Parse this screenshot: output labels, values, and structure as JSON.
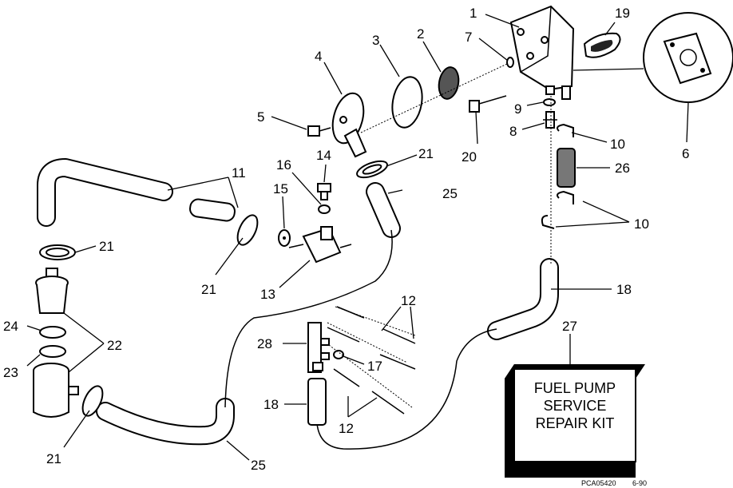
{
  "callouts": {
    "c1": "1",
    "c2": "2",
    "c3": "3",
    "c4": "4",
    "c5": "5",
    "c6": "6",
    "c7": "7",
    "c8": "8",
    "c9": "9",
    "c10a": "10",
    "c10b": "10",
    "c11": "11",
    "c12a": "12",
    "c12b": "12",
    "c13": "13",
    "c14": "14",
    "c15": "15",
    "c16": "16",
    "c17": "17",
    "c18a": "18",
    "c18b": "18",
    "c19": "19",
    "c20": "20",
    "c21a": "21",
    "c21b": "21",
    "c21c": "21",
    "c21d": "21",
    "c22": "22",
    "c23": "23",
    "c24": "24",
    "c25a": "25",
    "c25b": "25",
    "c26": "26",
    "c27": "27",
    "c28": "28"
  },
  "kit": {
    "line1": "FUEL PUMP",
    "line2": "SERVICE",
    "line3": "REPAIR KIT"
  },
  "footer": {
    "code": "PCA05420",
    "date": "6-90"
  }
}
